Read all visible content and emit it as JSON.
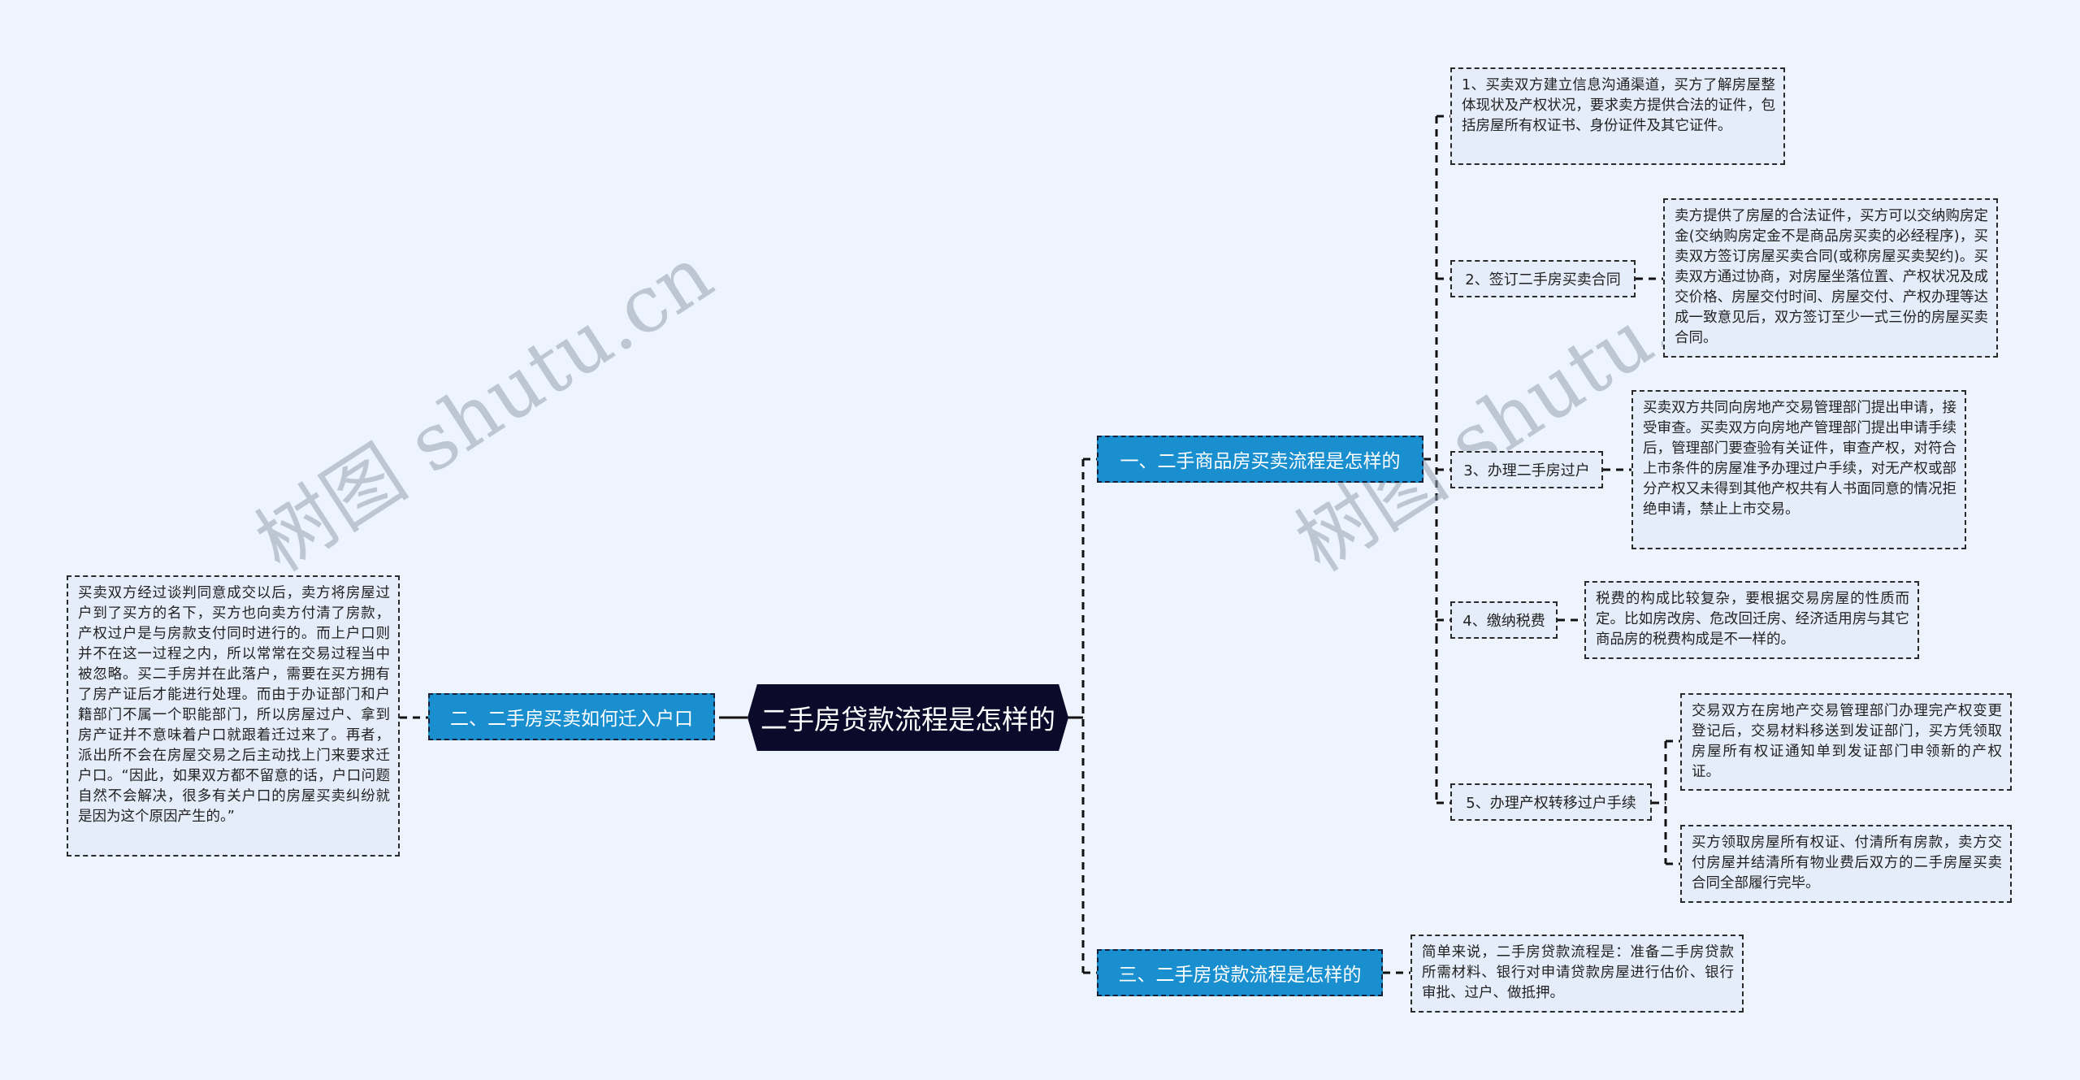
{
  "root": {
    "label": "二手房贷款流程是怎样的"
  },
  "branches": [
    {
      "label": "一、二手商品房买卖流程是怎样的",
      "steps": [
        {
          "label": "",
          "detail": "1、买卖双方建立信息沟通渠道，买方了解房屋整体现状及产权状况，要求卖方提供合法的证件，包括房屋所有权证书、身份证件及其它证件。"
        },
        {
          "label": "2、签订二手房买卖合同",
          "detail": "卖方提供了房屋的合法证件，买方可以交纳购房定金(交纳购房定金不是商品房买卖的必经程序)，买卖双方签订房屋买卖合同(或称房屋买卖契约)。买卖双方通过协商，对房屋坐落位置、产权状况及成交价格、房屋交付时间、房屋交付、产权办理等达成一致意见后，双方签订至少一式三份的房屋买卖合同。"
        },
        {
          "label": "3、办理二手房过户",
          "detail": "买卖双方共同向房地产交易管理部门提出申请，接受审查。买卖双方向房地产管理部门提出申请手续后，管理部门要查验有关证件，审查产权，对符合上市条件的房屋准予办理过户手续，对无产权或部分产权又未得到其他产权共有人书面同意的情况拒绝申请，禁止上市交易。"
        },
        {
          "label": "4、缴纳税费",
          "detail": "税费的构成比较复杂，要根据交易房屋的性质而定。比如房改房、危改回迁房、经济适用房与其它商品房的税费构成是不一样的。"
        },
        {
          "label": "5、办理产权转移过户手续",
          "details": [
            "交易双方在房地产交易管理部门办理完产权变更登记后，交易材料移送到发证部门，买方凭领取房屋所有权证通知单到发证部门申领新的产权证。",
            "买方领取房屋所有权证、付清所有房款，卖方交付房屋并结清所有物业费后双方的二手房屋买卖合同全部履行完毕。"
          ]
        }
      ]
    },
    {
      "label": "二、二手房买卖如何迁入户口",
      "detail": "买卖双方经过谈判同意成交以后，卖方将房屋过户到了买方的名下，买方也向卖方付清了房款，产权过户是与房款支付同时进行的。而上户口则并不在这一过程之内，所以常常在交易过程当中被忽略。买二手房并在此落户，需要在买方拥有了房产证后才能进行处理。而由于办证部门和户籍部门不属一个职能部门，所以房屋过户、拿到房产证并不意味着户口就跟着迁过来了。再者，派出所不会在房屋交易之后主动找上门来要求迁户口。“因此，如果双方都不留意的话，户口问题自然不会解决，很多有关户口的房屋买卖纠纷就是因为这个原因产生的。”"
    },
    {
      "label": "三、二手房贷款流程是怎样的",
      "detail": "简单来说，二手房贷款流程是：准备二手房贷款所需材料、银行对申请贷款房屋进行估价、银行审批、过户、做抵押。"
    }
  ],
  "watermark": {
    "text": "树图 shutu.cn"
  },
  "colors": {
    "background": "#eef4fe",
    "root_fill": "#0b0a2a",
    "branch_fill": "#1a8fd0",
    "node_fill": "#e5edfb",
    "line": "#111111"
  }
}
